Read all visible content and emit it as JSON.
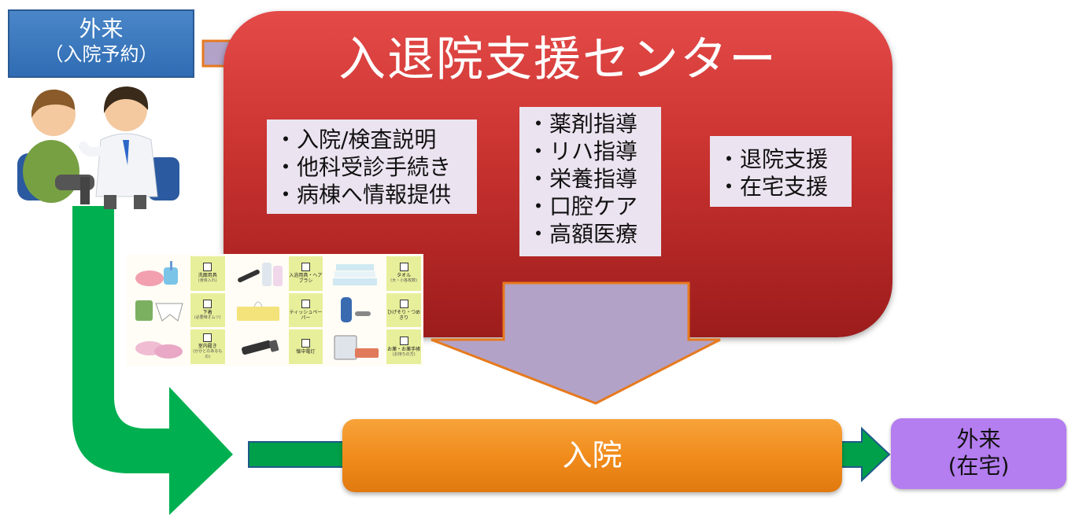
{
  "outpatient_top": {
    "line1": "外来",
    "line2": "（入院予約）"
  },
  "center": {
    "title": "入退院支援センター",
    "left_items": [
      "・入院/検査説明",
      "・他科受診手続き",
      "・病棟へ情報提供"
    ],
    "mid_items": [
      "・薬剤指導",
      "・リハ指導",
      "・栄養指導",
      "・口腔ケア",
      "・高額医療"
    ],
    "right_items": [
      "・退院支援",
      "・在宅支援"
    ]
  },
  "admission": {
    "label": "入院"
  },
  "outpatient_right": {
    "line1": "外来",
    "line2": "(在宅)"
  },
  "checklist": {
    "items": [
      {
        "label": "洗面用具",
        "sub": "(身体入れ)"
      },
      {
        "label": "入浴用具・ヘアブラシ",
        "sub": ""
      },
      {
        "label": "タオル",
        "sub": "(大・小各枚数)"
      },
      {
        "label": "下着",
        "sub": "(必要時オムツ)"
      },
      {
        "label": "ティッシュペーパー",
        "sub": ""
      },
      {
        "label": "ひげそり・つめきり",
        "sub": ""
      },
      {
        "label": "室内履き",
        "sub": "(かかとのあるもの)"
      },
      {
        "label": "懐中電灯",
        "sub": ""
      },
      {
        "label": "お薬・お薬手帳",
        "sub": "(お持ちの方)"
      }
    ]
  },
  "colors": {
    "outpatient_blue": "#3a78be",
    "center_red": "#d23c3a",
    "admission_orange": "#f08a1a",
    "outpatient_purple": "#b47df0",
    "flow_green": "#00b050",
    "arrow_lavender": "#b3a2c8"
  }
}
